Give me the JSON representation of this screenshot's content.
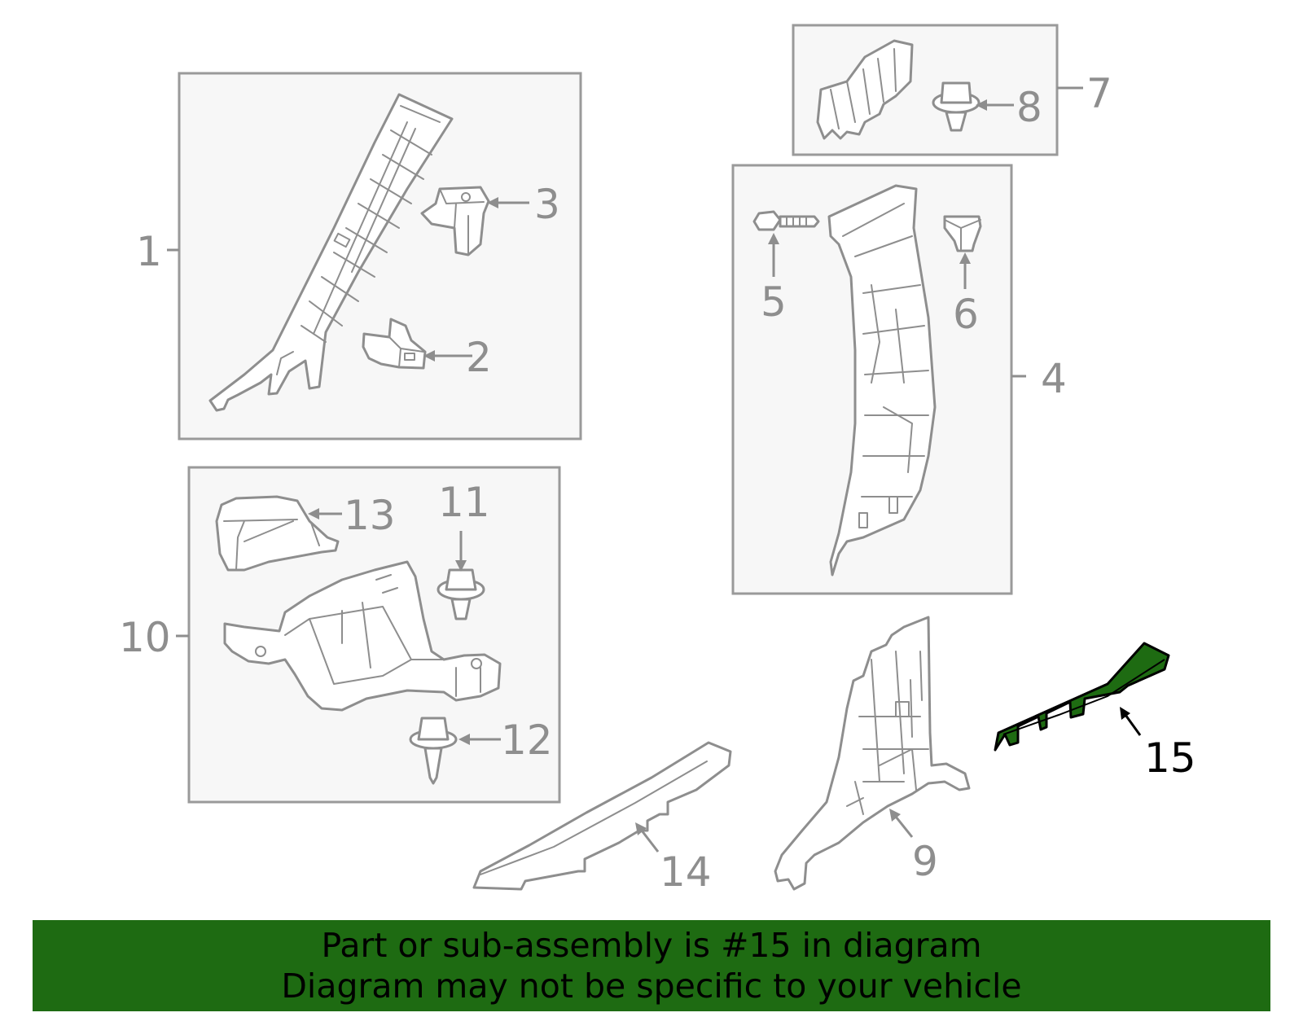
{
  "callouts": {
    "c1": "1",
    "c2": "2",
    "c3": "3",
    "c4": "4",
    "c5": "5",
    "c6": "6",
    "c7": "7",
    "c8": "8",
    "c9": "9",
    "c10": "10",
    "c11": "11",
    "c12": "12",
    "c13": "13",
    "c14": "14",
    "c15": "15"
  },
  "highlight": {
    "part_number": "15",
    "fill_color": "#1e6b12",
    "outline_color": "#000000"
  },
  "banner": {
    "line1": "Part or sub-assembly is #15 in diagram",
    "line2": "Diagram may not be specific to your vehicle",
    "background": "#1e6b12"
  }
}
